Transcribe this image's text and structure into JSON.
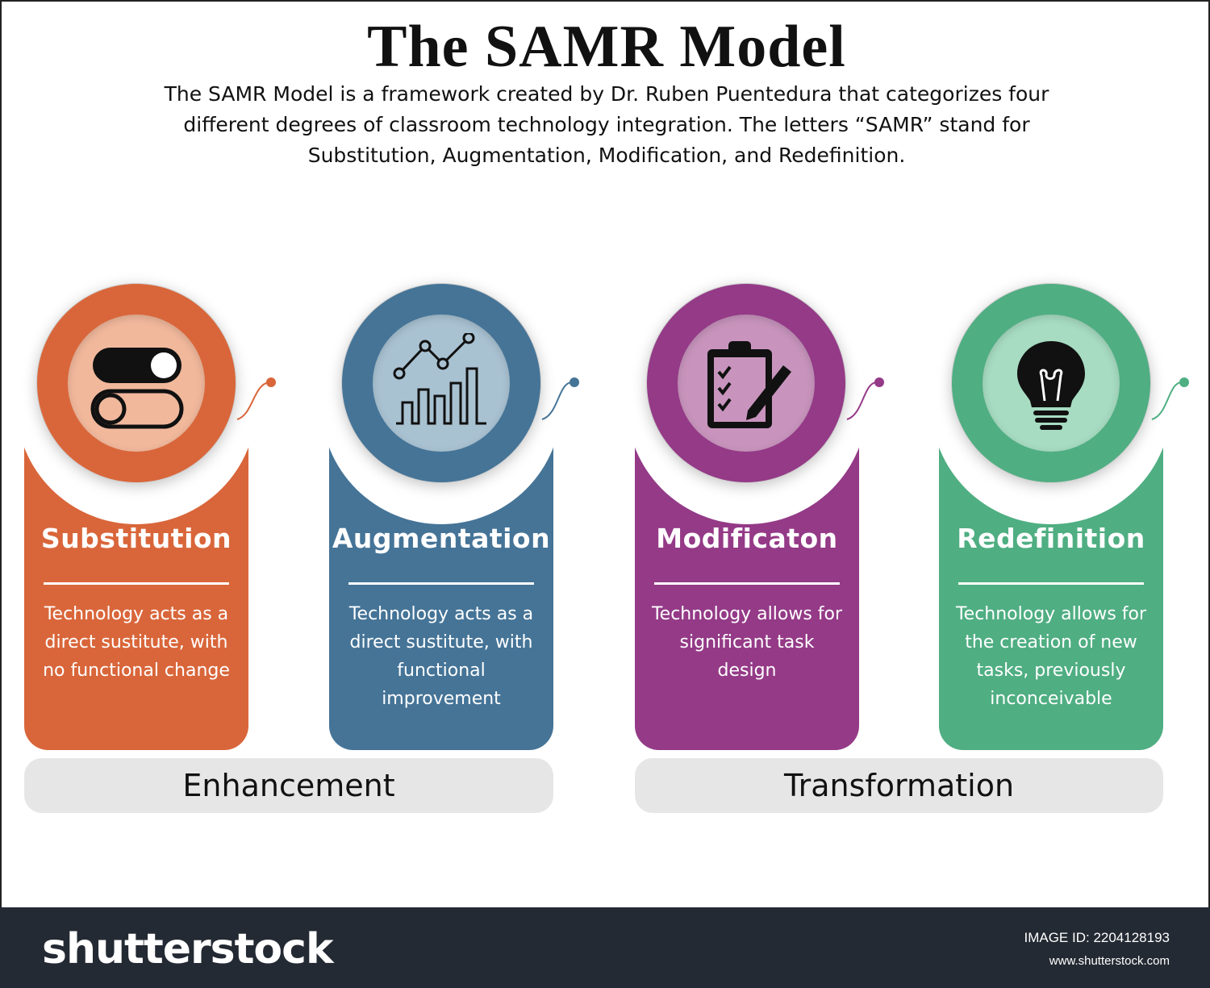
{
  "title": "The SAMR Model",
  "intro": "The SAMR Model is a framework created by Dr. Ruben Puentedura that categorizes four different degrees of classroom technology integration. The letters “SAMR” stand for Substitution, Augmentation, Modification, and Redefinition.",
  "stages": [
    {
      "title": "Substitution",
      "text": "Technology acts as a direct sustitute, with no functional change",
      "icon": "toggle-switch-icon",
      "color": "#d9663a",
      "inner_color": "#f1b89c"
    },
    {
      "title": "Augmentation",
      "text": "Technology acts as a direct sustitute, with functional improvement",
      "icon": "growth-chart-icon",
      "color": "#457497",
      "inner_color": "#a9c2d2"
    },
    {
      "title": "Modificaton",
      "text": "Technology allows for significant task design",
      "icon": "clipboard-checklist-icon",
      "color": "#943a87",
      "inner_color": "#c894bd"
    },
    {
      "title": "Redefinition",
      "text": "Technology allows for the creation of new tasks, previously inconceivable",
      "icon": "lightbulb-icon",
      "color": "#4fae82",
      "inner_color": "#a7dcc2"
    }
  ],
  "groups": [
    {
      "label": "Enhancement"
    },
    {
      "label": "Transformation"
    }
  ],
  "footer": {
    "logo": "shutterstock",
    "image_id": "IMAGE ID: 2204128193",
    "url": "www.shutterstock.com"
  }
}
